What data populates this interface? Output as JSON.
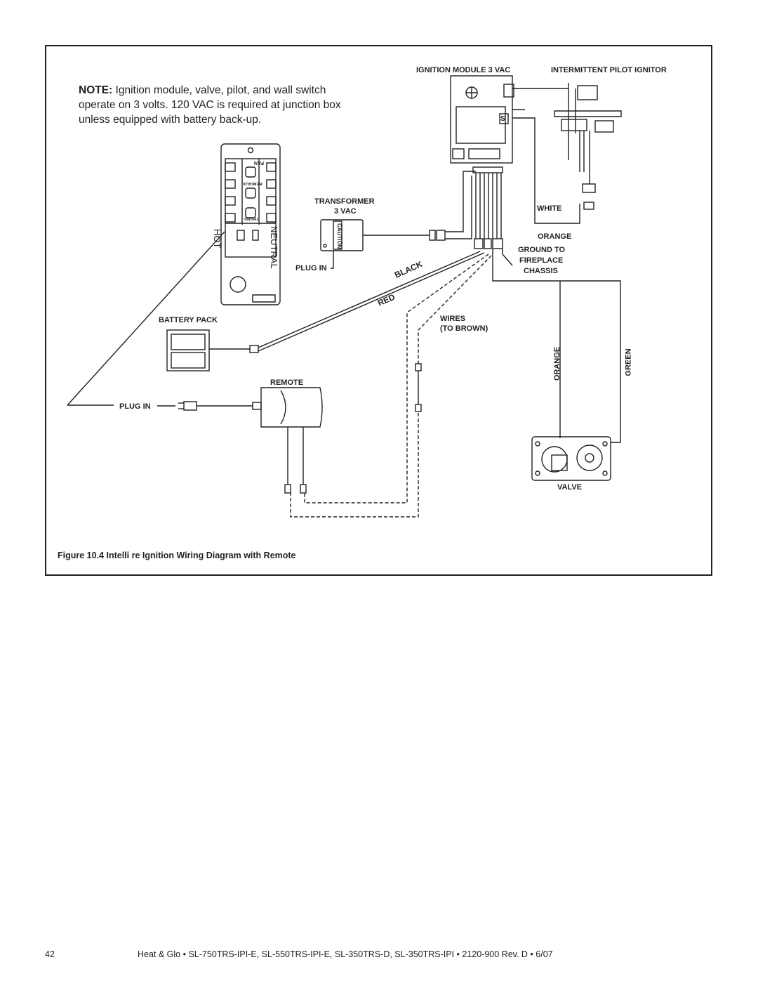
{
  "note": {
    "lead": "NOTE:",
    "text": " Ignition module, valve, pilot, and wall switch operate on 3 volts. 120 VAC is required at junction box unless equipped with battery back-up."
  },
  "labels": {
    "ignition_module": "IGNITION MODULE 3 VAC",
    "pilot_ignitor": "INTERMITTENT PILOT IGNITOR",
    "transformer": "TRANSFORMER",
    "transformer_vac": "3 VAC",
    "plug_in_top": "PLUG IN",
    "white": "WHITE",
    "orange_top": "ORANGE",
    "ground_to": "GROUND TO",
    "fireplace": "FIREPLACE",
    "chassis": "CHASSIS",
    "black": "BLACK",
    "red": "RED",
    "battery_pack": "BATTERY PACK",
    "wires": "WIRES",
    "to_brown": "(TO BROWN)",
    "orange_vertical": "ORANGE",
    "green_vertical": "GREEN",
    "remote": "REMOTE",
    "plug_in_bottom": "PLUG IN",
    "valve": "VALVE",
    "hot": "HOT",
    "neutral": "NEUTRAL",
    "caution": "CAUTION",
    "fan": "FAN",
    "rem_aux": "REM/AUX",
    "trans": "TRANS",
    "s": "S"
  },
  "caption": "Figure 10.4  Intelli  re Ignition Wiring Diagram with Remote",
  "footer": {
    "page_number": "42",
    "text": "Heat & Glo  •  SL-750TRS-IPI-E, SL-550TRS-IPI-E, SL-350TRS-D, SL-350TRS-IPI  •  2120-900 Rev. D  •  6/07"
  },
  "colors": {
    "ink": "#231f20",
    "background": "#ffffff"
  }
}
